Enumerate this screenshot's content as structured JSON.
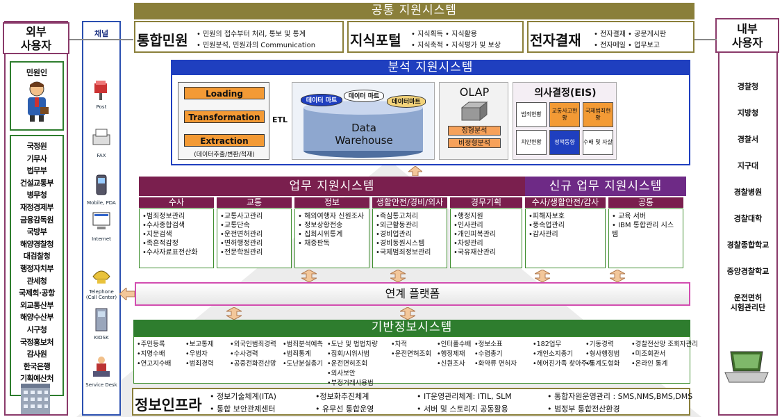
{
  "top": {
    "title": "공통 지원시스템",
    "minwon": {
      "name": "통합민원",
      "lines": [
        "• 민원의 접수부터 처리, 통보 및 통계",
        "• 민원분석, 민원과의 Communication"
      ]
    },
    "jisik": {
      "name": "지식포털",
      "lines": [
        "• 지식획득 • 지식활용",
        "• 지식축적 • 지식평가 및 보상"
      ]
    },
    "gyeoljae": {
      "name": "전자결재",
      "lines": [
        "• 전자결재 • 공문게시판",
        "• 전자메일 • 업무보고"
      ]
    }
  },
  "left": {
    "header": "외부\n사용자",
    "sub": "민원인",
    "agencies": [
      "국정원",
      "기무사",
      "법무부",
      "건설교통부",
      "병무청",
      "재정경제부",
      "금융감독원",
      "국방부",
      "해양경찰청",
      "대검찰청",
      "행정자치부",
      "관세청",
      "국제회·공항",
      "외교통산부",
      "해양수산부",
      "시구청",
      "국정홍보처",
      "감사원",
      "한국은행",
      "기획예산처"
    ]
  },
  "channel": {
    "title": "채널",
    "items": [
      {
        "label": "Post",
        "icon": "mailbox-icon"
      },
      {
        "label": "FAX",
        "icon": "fax-icon"
      },
      {
        "label": "Mobile, PDA",
        "icon": "mobile-icon"
      },
      {
        "label": "Internet",
        "icon": "internet-icon"
      },
      {
        "label": "Telephone (Call Center)",
        "icon": "telephone-icon"
      },
      {
        "label": "KIOSK",
        "icon": "kiosk-icon"
      },
      {
        "label": "Service Desk",
        "icon": "service-desk-icon"
      }
    ]
  },
  "right": {
    "header": "내부\n사용자",
    "items": [
      "경찰청",
      "지방청",
      "경찰서",
      "지구대",
      "경찰병원",
      "경찰대학",
      "경찰종합학교",
      "중앙경찰학교",
      "운전면허\n시험관리단"
    ]
  },
  "analysis": {
    "title": "분석 지원시스템",
    "etl": [
      "Loading",
      "Transformation",
      "Extraction"
    ],
    "etl_caption": "(데이터추출/변환/적재)",
    "etl_label": "ETL",
    "marts": [
      "데이터 마트",
      "데이터 마트",
      "데이터마트"
    ],
    "dw": "Data\nWarehouse",
    "olap": "OLAP",
    "olap_items": [
      "정형분석",
      "비정형분석"
    ],
    "eis_title": "의사결정(EIS)",
    "eis_cells": [
      "범죄현황",
      "교통사고현황",
      "국제범죄현황",
      "치안현황",
      "정책동향",
      "수배 및 자살"
    ]
  },
  "work": {
    "title": "업무 지원시스템",
    "new_title": "신규 업무 지원시스템",
    "cols": [
      {
        "head": "수사",
        "items": [
          "•범죄정보관리",
          "•수사종합검색",
          "•지문검색",
          "•족흔적감정",
          "•수사자료표전산화"
        ]
      },
      {
        "head": "교통",
        "items": [
          "•교통사고관리",
          "•교통단속",
          "•운전면허관리",
          "•면허행정관리",
          "•전문학원관리"
        ]
      },
      {
        "head": "정보",
        "items": [
          "• 해외여행자 신원조사",
          "• 정보상황전송",
          "• 집회시위통계",
          "• 채증판독"
        ]
      },
      {
        "head": "생활안전/경비/외사",
        "items": [
          "•즉심통고처리",
          "•외근활동관리",
          "•경비업관리",
          "•경비동원시스템",
          "•국제범죄정보관리"
        ]
      },
      {
        "head": "경무기획",
        "items": [
          "•행정지원",
          "•인사관리",
          "•개인피복관리",
          "•차량관리",
          "•국유재산관리"
        ]
      },
      {
        "head": "수사/생활안전/감사",
        "items": [
          "•피해자보호",
          "•풍속업관리",
          "•감사관리"
        ]
      },
      {
        "head": "공통",
        "items": [
          "• 교육 서버",
          "• IBM 통합관리 시스템"
        ]
      }
    ]
  },
  "platform": {
    "title": "연계 플랫폼"
  },
  "base": {
    "title": "기반정보시스템",
    "cols": [
      [
        "•주민등록",
        "•지명수배",
        "•연고지수배"
      ],
      [
        "•보고통제",
        "•우범자",
        "•범죄경력"
      ],
      [
        "•외국인범죄경력",
        "•수사경력",
        "•공중전화전산망"
      ],
      [
        "•범죄분석예측",
        "•범죄통계",
        "•도난분실총기"
      ],
      [
        "•도난 및 법법차량",
        "•집회/시위사범",
        "•운전면허조회",
        "•외사보안",
        "•부정거래사용범"
      ],
      [
        "•차적",
        "•운전면허조회"
      ],
      [
        "•인터폴수배",
        "•행정제재",
        "•신원조사"
      ],
      [
        "•정보소표",
        "•수렵총기",
        "•화약류 면허자"
      ],
      [
        "•182업무",
        "•개인소지총기",
        "•헤어진가족 찾아주기"
      ],
      [
        "•기동경력",
        "•형사행정범",
        "•통계도형화"
      ],
      [
        "•경찰전산망 조회자관리",
        "•미조회관서",
        "•온라인 통계"
      ]
    ]
  },
  "infra": {
    "title": "정보인프라",
    "row1": [
      "• 정보기술체계(ITA)",
      "•정보화추진체계",
      "• IT운영관리체계: ITIL, SLM",
      "• 통합자원운영관리 : SMS,NMS,BMS,DMS"
    ],
    "row2": [
      "• 통합 보안관제센터",
      "• 유무선 통합운영",
      "• 서버 및 스토리지 공동활용",
      "• 범정부 통합전산환경"
    ]
  },
  "colors": {
    "olive": "#8a7f3a",
    "plum": "#7a1f4e",
    "purple": "#6e2a86",
    "green": "#2e7d2e",
    "blue": "#1f3fbf",
    "pink": "#d24db0"
  }
}
